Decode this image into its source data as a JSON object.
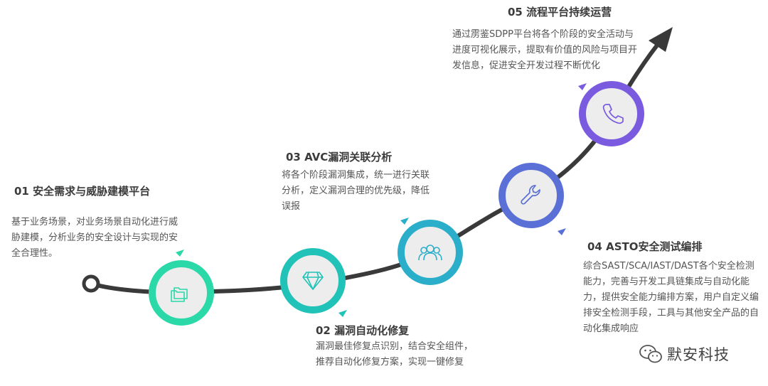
{
  "steps": [
    {
      "title": "01 安全需求与威胁建模平台",
      "desc": "基于业务场景，对业务场景自动化进行威胁建模，分析业务的安全设计与实现的安全合理性。",
      "icon": "folders-icon",
      "color": "#2ad8a8"
    },
    {
      "title": "02 漏洞自动化修复",
      "desc": "漏洞最佳修复点识别，结合安全组件，推荐自动化修复方案，实现一键修复",
      "icon": "diamond-icon",
      "color": "#21c3b8"
    },
    {
      "title": "03 AVC漏洞关联分析",
      "desc": "将各个阶段漏洞集成，统一进行关联分析，定义漏洞合理的优先级，降低误报",
      "icon": "users-icon",
      "color": "#2aaec9"
    },
    {
      "title": "04 ASTO安全测试编排",
      "desc": "综合SAST/SCA/IAST/DAST各个安全检测能力，完善与开发工具链集成与自动化能力，提供安全能力编排方案，用户自定义编排安全检测手段，工具与其他安全产品的自动化集成响应",
      "icon": "wrench-icon",
      "color": "#5a70d6"
    },
    {
      "title": "05 流程平台持续运营",
      "desc": "通过雳鉴SDPP平台将各个阶段的安全活动与进度可视化展示，提取有价值的风险与项目开发信息，促进安全开发过程不断优化",
      "icon": "phone-icon",
      "color": "#7a5be0"
    }
  ],
  "watermark": {
    "text": "默安科技",
    "icon": "wechat-icon"
  }
}
